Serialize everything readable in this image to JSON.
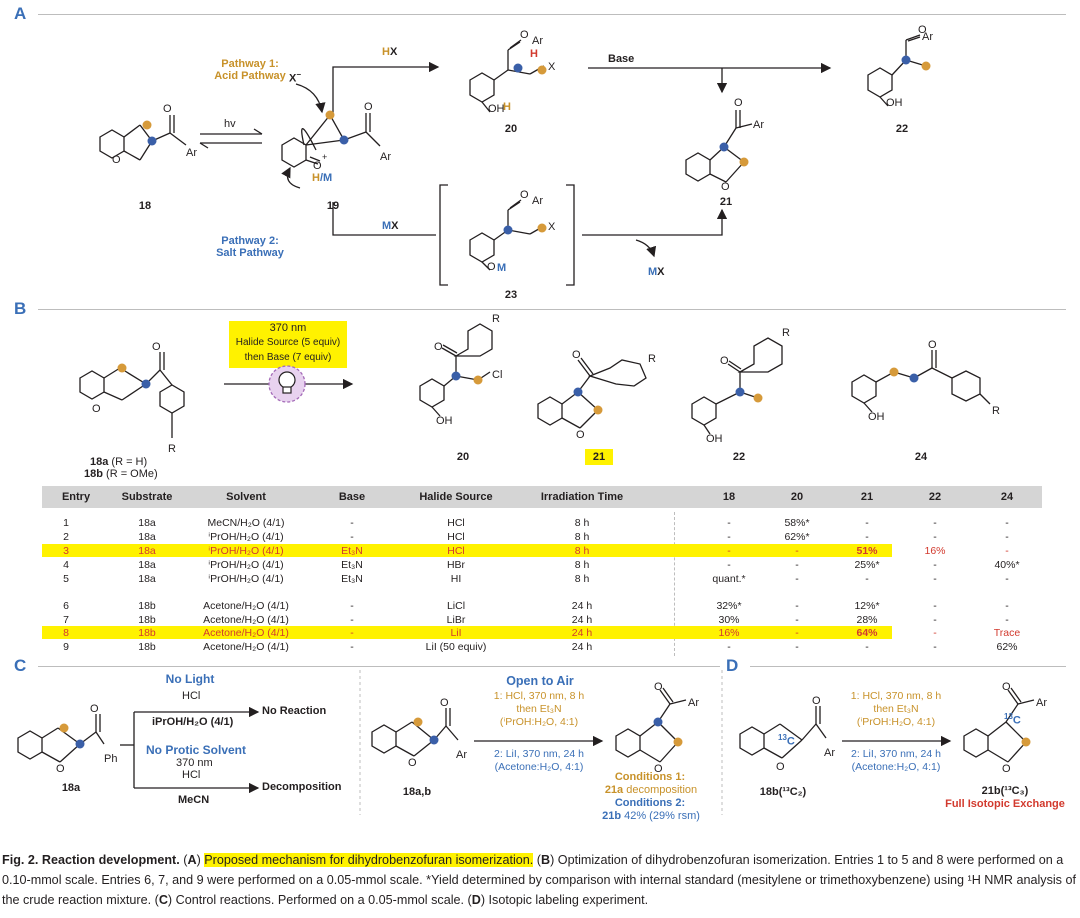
{
  "panels": {
    "a": "A",
    "b": "B",
    "c": "C",
    "d": "D"
  },
  "panel_a": {
    "pathway1_line1": "Pathway 1:",
    "pathway1_line2": "Acid Pathway",
    "pathway2_line1": "Pathway 2:",
    "pathway2_line2": "Salt Pathway",
    "x_minus": "X",
    "hv": "hv",
    "hx_h": "H",
    "hx_x": "X",
    "mx_m": "M",
    "mx_x": "X",
    "base": "Base",
    "h_over_m_h": "H",
    "h_over_m_m": "/M",
    "mx_release_m": "M",
    "mx_release_x": "X",
    "cpd_18": "18",
    "cpd_19": "19",
    "cpd_20": "20",
    "cpd_21": "21",
    "cpd_22": "22",
    "cpd_23": "23"
  },
  "panel_b": {
    "cond_line1": "370 nm",
    "cond_line2": "Halide Source (5 equiv)",
    "cond_line3": "then Base (7 equiv)",
    "lbl_18a": "18a",
    "lbl_18a_rest": " (R = H)",
    "lbl_18b": "18b",
    "lbl_18b_rest": " (R = OMe)",
    "cpd_20": "20",
    "cpd_21": "21",
    "cpd_22": "22",
    "cpd_24": "24"
  },
  "table": {
    "headers": [
      "Entry",
      "Substrate",
      "Solvent",
      "Base",
      "Halide Source",
      "Irradiation Time",
      "18",
      "20",
      "21",
      "22",
      "24"
    ],
    "rows": [
      {
        "entry": "1",
        "substrate": "18a",
        "solvent": "MeCN/H₂O (4/1)",
        "base": "-",
        "halide": "HCl",
        "time": "8 h",
        "y18": "-",
        "y20": "58%*",
        "y21": "-",
        "y22": "-",
        "y24": "-"
      },
      {
        "entry": "2",
        "substrate": "18a",
        "solvent": "ⁱPrOH/H₂O (4/1)",
        "base": "-",
        "halide": "HCl",
        "time": "8 h",
        "y18": "-",
        "y20": "62%*",
        "y21": "-",
        "y22": "-",
        "y24": "-"
      },
      {
        "entry": "3",
        "substrate": "18a",
        "solvent": "ⁱPrOH/H₂O (4/1)",
        "base": "Et₃N",
        "halide": "HCl",
        "time": "8 h",
        "y18": "-",
        "y20": "-",
        "y21": "51%",
        "y22": "16%",
        "y24": "-"
      },
      {
        "entry": "4",
        "substrate": "18a",
        "solvent": "ⁱPrOH/H₂O (4/1)",
        "base": "Et₃N",
        "halide": "HBr",
        "time": "8 h",
        "y18": "-",
        "y20": "-",
        "y21": "25%*",
        "y22": "-",
        "y24": "40%*"
      },
      {
        "entry": "5",
        "substrate": "18a",
        "solvent": "ⁱPrOH/H₂O (4/1)",
        "base": "Et₃N",
        "halide": "HI",
        "time": "8 h",
        "y18": "quant.*",
        "y20": "-",
        "y21": "-",
        "y22": "-",
        "y24": "-"
      },
      {
        "entry": "6",
        "substrate": "18b",
        "solvent": "Acetone/H₂O (4/1)",
        "base": "-",
        "halide": "LiCl",
        "time": "24 h",
        "y18": "32%*",
        "y20": "-",
        "y21": "12%*",
        "y22": "-",
        "y24": "-"
      },
      {
        "entry": "7",
        "substrate": "18b",
        "solvent": "Acetone/H₂O (4/1)",
        "base": "-",
        "halide": "LiBr",
        "time": "24 h",
        "y18": "30%",
        "y20": "-",
        "y21": "28%",
        "y22": "-",
        "y24": "-"
      },
      {
        "entry": "8",
        "substrate": "18b",
        "solvent": "Acetone/H₂O (4/1)",
        "base": "-",
        "halide": "LiI",
        "time": "24 h",
        "y18": "16%",
        "y20": "-",
        "y21": "64%",
        "y22": "-",
        "y24": "Trace"
      },
      {
        "entry": "9",
        "substrate": "18b",
        "solvent": "Acetone/H₂O (4/1)",
        "base": "-",
        "halide": "LiI (50 equiv)",
        "time": "24 h",
        "y18": "-",
        "y20": "-",
        "y21": "-",
        "y22": "-",
        "y24": "62%"
      }
    ]
  },
  "panel_c": {
    "no_light": "No Light",
    "hcl_top": "HCl",
    "solvent_top": "iPrOH/H₂O (4/1)",
    "no_reaction": "No Reaction",
    "no_protic": "No Protic Solvent",
    "nm370": "370 nm",
    "hcl_bottom": "HCl",
    "mecn": "MeCN",
    "decomposition": "Decomposition",
    "cpd_18a": "18a",
    "ph": "Ph",
    "open_air": "Open to Air",
    "cond1_l1": "1: HCl, 370 nm, 8 h",
    "cond1_l2": "then Et₃N",
    "cond1_l3": "(ⁱPrOH:H₂O, 4:1)",
    "cond2_l1": "2: LiI, 370 nm, 24 h",
    "cond2_l2": "(Acetone:H₂O, 4:1)",
    "cpd_18ab": "18a,b",
    "res1_title": "Conditions 1:",
    "res1_cpd": "21a",
    "res1_text": " decomposition",
    "res2_title": "Conditions 2:",
    "res2_cpd": "21b",
    "res2_text": " 42% (29% rsm)"
  },
  "panel_d": {
    "cond1_l1": "1: HCl, 370 nm, 8 h",
    "cond1_l2": "then Et₃N",
    "cond1_l3": "(ⁱPrOH:H₂O, 4:1)",
    "cond2_l1": "2: LiI, 370 nm, 24 h",
    "cond2_l2": "(Acetone:H₂O, 4:1)",
    "sm_label": "18b(¹³C₂)",
    "prod_label": "21b(¹³C₃)",
    "full_exchange": "Full Isotopic Exchange",
    "c13": "13",
    "c": "C"
  },
  "caption": {
    "fig": "Fig. 2. Reaction development.",
    "a_letter": "A",
    "a_text": "Proposed mechanism for dihydrobenzofuran isomerization.",
    "b_letter": "B",
    "b_text": " Optimization of dihydrobenzofuran isomerization. Entries 1 to 5 and 8 were performed on a 0.10-mmol scale. Entries 6, 7, and 9 were performed on a 0.05-mmol scale. *Yield determined by comparison with internal standard (mesitylene or trimethoxybenzene) using ¹H NMR analysis of the crude reaction mixture.",
    "c_letter": "C",
    "c_text": " Control reactions. Performed on a 0.05-mmol scale.",
    "d_letter": "D",
    "d_text": " Isotopic labeling experiment."
  },
  "colors": {
    "orange": "#c8922a",
    "blue": "#3a6fb7",
    "red": "#d23a2e",
    "highlight": "#fff200",
    "gold_dot": "#d69a3a",
    "blue_dot": "#3a5fa8"
  }
}
